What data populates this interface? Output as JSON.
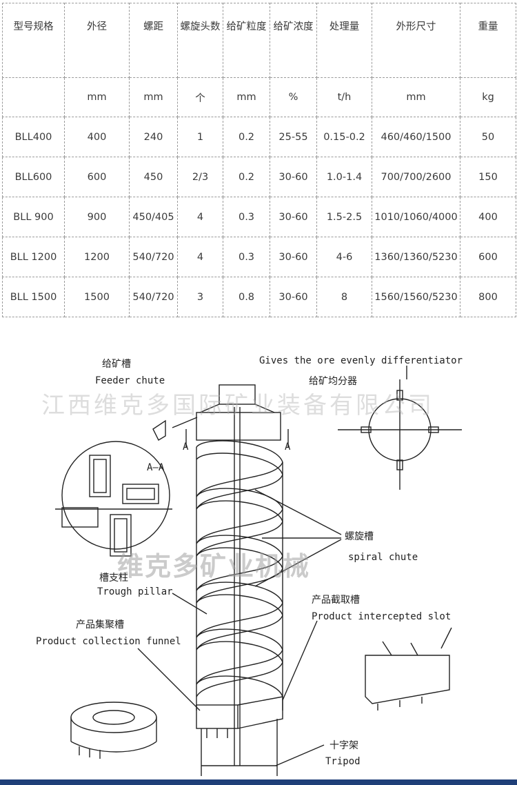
{
  "table": {
    "headers": [
      "型号规格",
      "外径",
      "螺距",
      "螺旋头数",
      "给矿粒度",
      "给矿浓度",
      "处理量",
      "外形尺寸",
      "重量"
    ],
    "units": [
      "",
      "mm",
      "mm",
      "个",
      "mm",
      "%",
      "t/h",
      "mm",
      "kg"
    ],
    "rows": [
      [
        "BLL400",
        "400",
        "240",
        "1",
        "0.2",
        "25-55",
        "0.15-0.2",
        "460/460/1500",
        "50"
      ],
      [
        "BLL600",
        "600",
        "450",
        "2/3",
        "0.2",
        "30-60",
        "1.0-1.4",
        "700/700/2600",
        "150"
      ],
      [
        "BLL 900",
        "900",
        "450/405",
        "4",
        "0.3",
        "30-60",
        "1.5-2.5",
        "1010/1060/4000",
        "400"
      ],
      [
        "BLL 1200",
        "1200",
        "540/720",
        "4",
        "0.3",
        "30-60",
        "4-6",
        "1360/1360/5230",
        "600"
      ],
      [
        "BLL 1500",
        "1500",
        "540/720",
        "3",
        "0.8",
        "30-60",
        "8",
        "1560/1560/5230",
        "800"
      ]
    ]
  },
  "diagram": {
    "feeder_chute_cn": "给矿槽",
    "feeder_chute_en": "Feeder chute",
    "differentiator_en": "Gives the ore evenly differentiator",
    "differentiator_cn": "给矿均分器",
    "section_mark": "A—A",
    "section_a_left": "A",
    "section_a_right": "A",
    "spiral_chute_cn": "螺旋槽",
    "spiral_chute_en": "spiral chute",
    "trough_pillar_cn": "槽支柱",
    "trough_pillar_en": "Trough pillar",
    "intercepted_slot_cn": "产品截取槽",
    "intercepted_slot_en": "Product intercepted slot",
    "collection_funnel_cn": "产品集聚槽",
    "collection_funnel_en": "Product collection funnel",
    "tripod_cn": "十字架",
    "tripod_en": "Tripod"
  },
  "watermarks": {
    "company": "江西维克多国际矿业装备有限公司",
    "brand": "维克多矿业机械"
  },
  "colors": {
    "bottom_bar": "#1f3f78",
    "border": "#9a9a9a"
  }
}
